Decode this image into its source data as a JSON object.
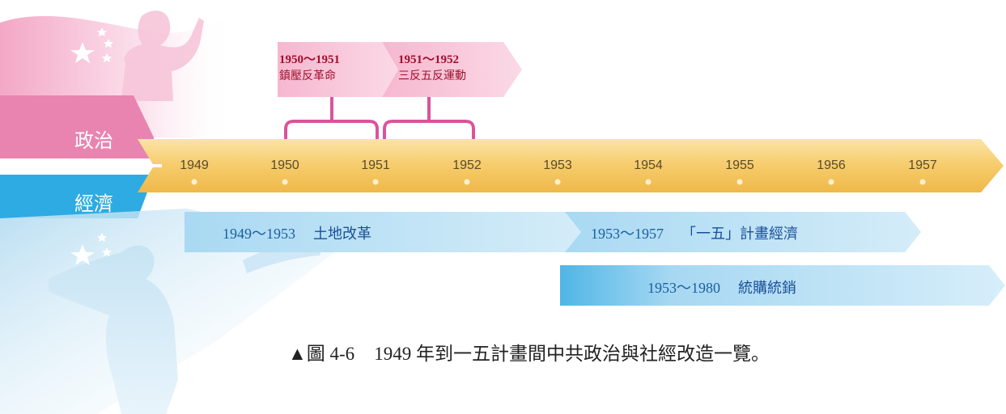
{
  "categories": {
    "politics": "政治",
    "economy": "經濟"
  },
  "timeline_years": [
    "1949",
    "1950",
    "1951",
    "1952",
    "1953",
    "1954",
    "1955",
    "1956",
    "1957"
  ],
  "politics_events": [
    {
      "years": "1950～1951",
      "name": "鎮壓反革命",
      "start": 1950,
      "end": 1951
    },
    {
      "years": "1951～1952",
      "name": "三反五反運動",
      "start": 1951,
      "end": 1952
    }
  ],
  "economy_events": [
    {
      "years": "1949～1953",
      "name": "土地改革"
    },
    {
      "years": "1953～1957",
      "name": "「一五」計畫經濟"
    },
    {
      "years": "1953～1980",
      "name": "統購統銷"
    }
  ],
  "caption": {
    "figure": "▲圖 4-6",
    "text": "1949 年到一五計畫間中共政治與社經改造一覽。"
  },
  "colors": {
    "politics": "#e07ba7",
    "economy": "#29a9df",
    "timeline": "#f7cd6a",
    "politics_text": "#a0102e",
    "economy_text": "#1a5fa0"
  }
}
